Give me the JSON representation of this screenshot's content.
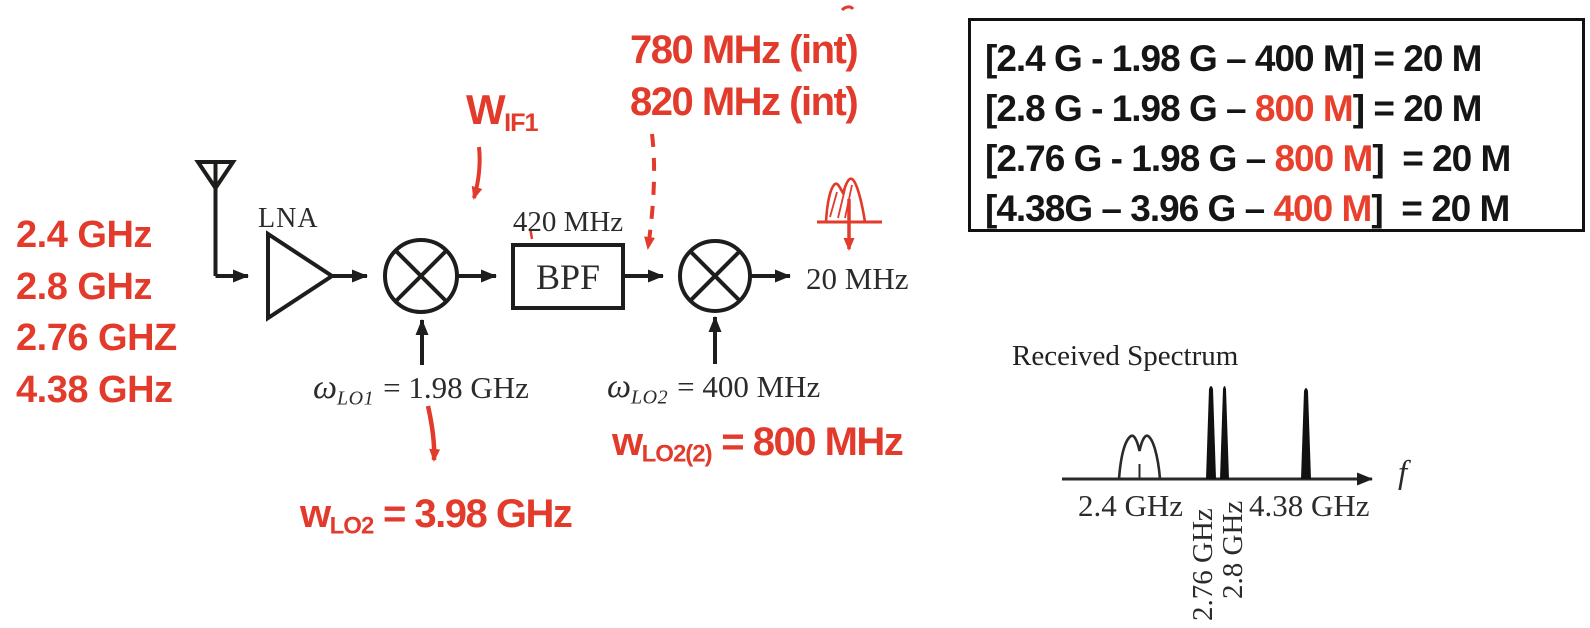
{
  "colors": {
    "red": "#e23a2b",
    "ink": "#1d1d1b",
    "eq_black": "#151515"
  },
  "input_signals": [
    "2.4 GHz",
    "2.8 GHz",
    "2.76 GHZ",
    "4.38 GHz"
  ],
  "chain": {
    "lna_label": "LNA",
    "bpf_label": "BPF",
    "bpf_center_freq": "420 MHz",
    "output_freq": "20 MHz",
    "lo1": {
      "sym": "ω",
      "sub": "LO1",
      "val": "= 1.98 GHz"
    },
    "lo2": {
      "sym": "ω",
      "sub": "LO2",
      "val": "= 400 MHz"
    }
  },
  "annotations": {
    "if1": {
      "base": "W",
      "sub": "IF1"
    },
    "interferers": [
      "780 MHz (int)",
      "820 MHz (int)"
    ],
    "wlo2": {
      "base": "w",
      "sub": "LO2",
      "val": "= 3.98 GHz"
    },
    "wlo2_2": {
      "base": "w",
      "sub": "LO2(2)",
      "val": "= 800 MHz"
    }
  },
  "equations": [
    {
      "pre": "[2.4 G - 1.98 G – 400 M",
      "red": "",
      "post": "] = 20 M"
    },
    {
      "pre": "[2.8 G - 1.98 G – ",
      "red": "800 M",
      "post": "] = 20 M"
    },
    {
      "pre": "[2.76 G - 1.98 G – ",
      "red": "800 M",
      "post": "]  = 20 M"
    },
    {
      "pre": "[4.38G – 3.96 G – ",
      "red": "400 M",
      "post": "]  = 20 M"
    }
  ],
  "spectrum": {
    "title": "Received Spectrum",
    "axis_label": "f",
    "label_24": "2.4 GHz",
    "label_276": "2.76 GHz",
    "label_28": "2.8 GHz",
    "label_438": "4.38 GHz",
    "peak_frequencies_ghz": [
      2.4,
      2.76,
      2.8,
      4.38
    ]
  }
}
